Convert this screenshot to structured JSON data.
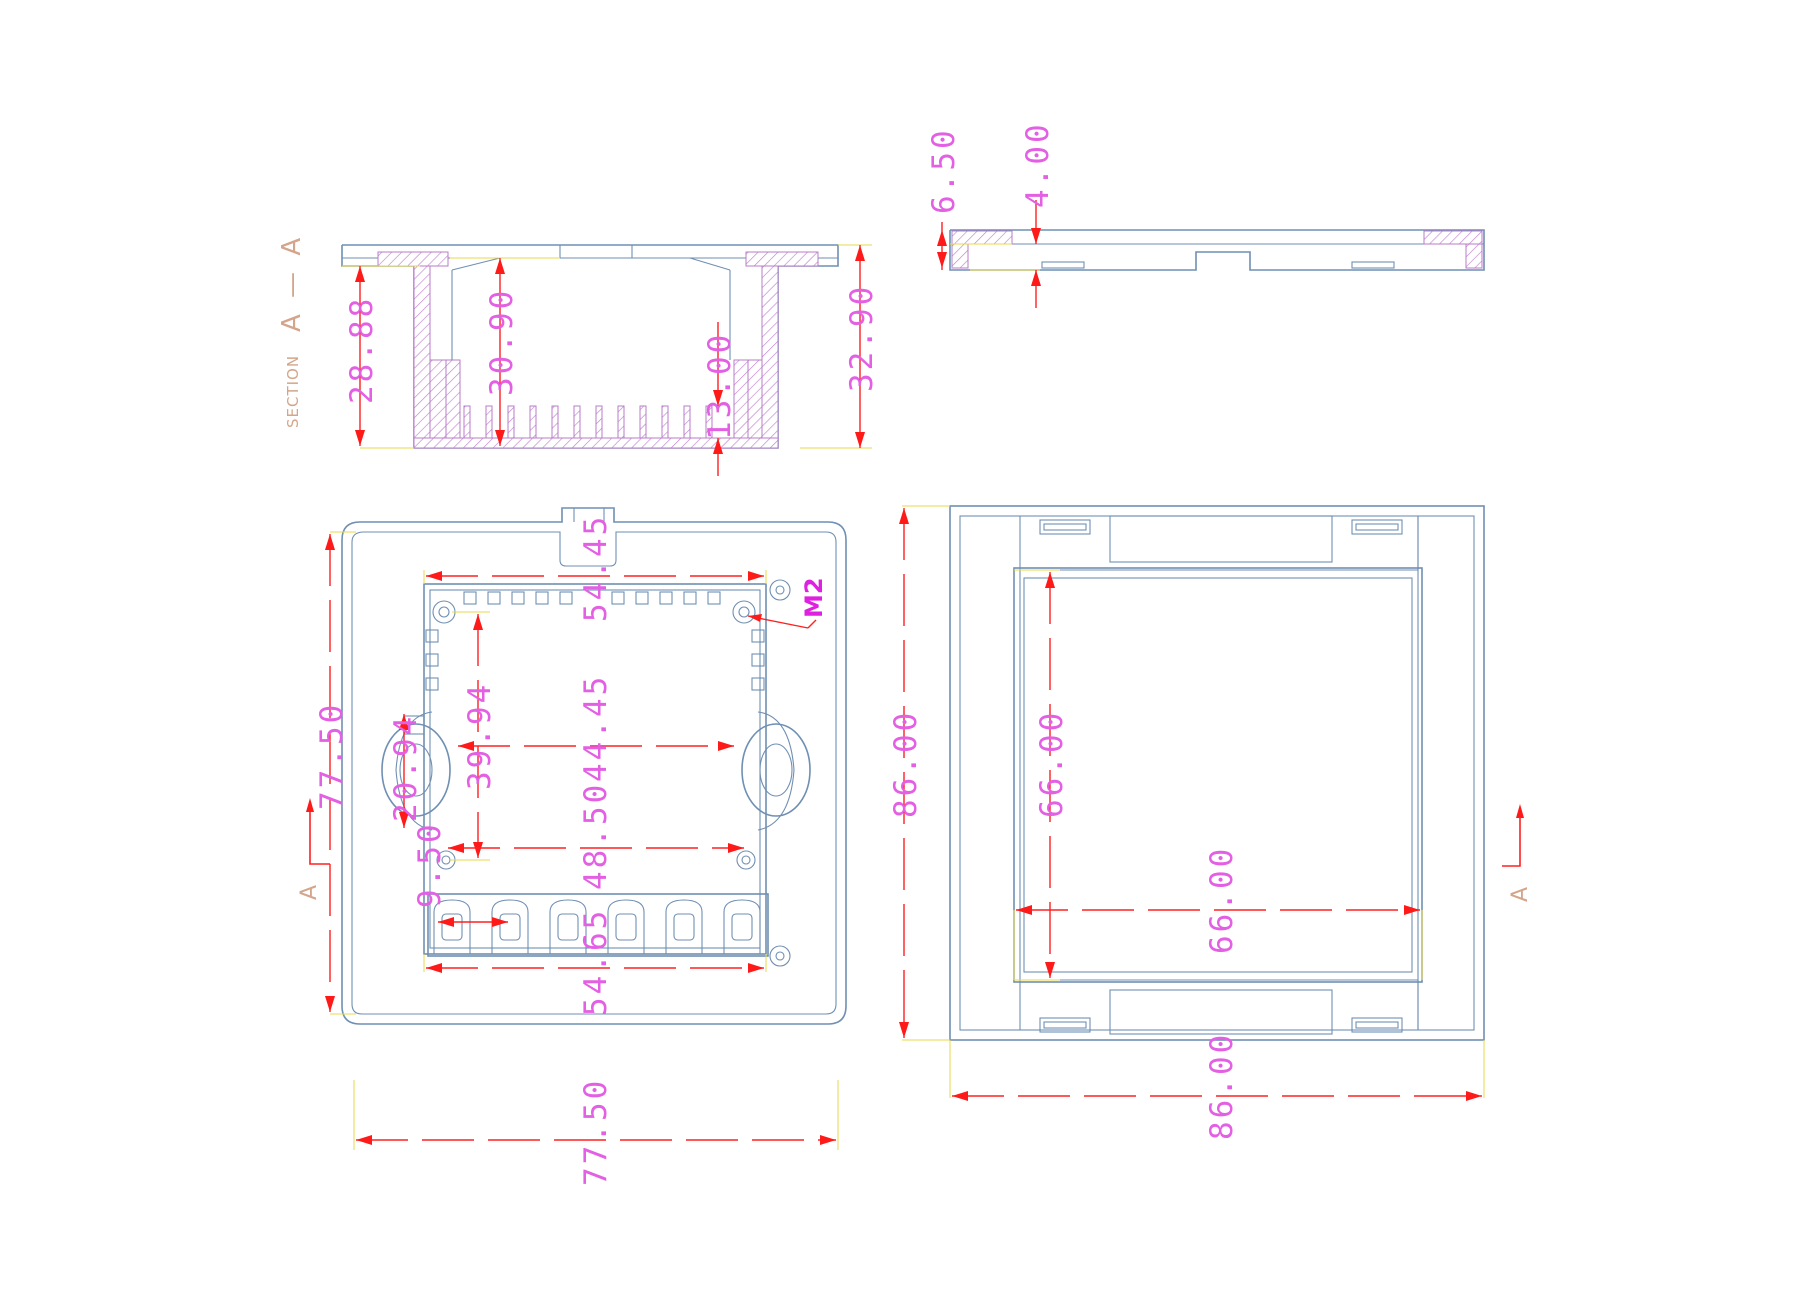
{
  "section_title": {
    "word": "SECTION",
    "letters": "A — A"
  },
  "section_markers": {
    "left": "A",
    "right": "A"
  },
  "callout": {
    "thread": "M2"
  },
  "dimensions": {
    "section_view": {
      "left_height": "28.88",
      "inner_depth": "30.90",
      "rib_height": "13.00",
      "total_height": "32.90"
    },
    "side_view": {
      "frame_thickness": "6.50",
      "plate_thickness": "4.00"
    },
    "base_plan": {
      "outer_height": "77.50",
      "outer_width": "77.50",
      "top_span": "54.45",
      "hole_pitch_v": "39.94",
      "mid_span": "44.45",
      "slot_height": "20.94",
      "hole_pitch_h": "48.50",
      "bottom_offset": "9.50",
      "bottom_span": "54.65"
    },
    "cover_plan": {
      "outer_height": "86.00",
      "outer_width": "86.00",
      "window_height": "66.00",
      "window_width": "66.00"
    }
  },
  "colors": {
    "outline": "#6f8fb3",
    "dimension_line": "#ff2020",
    "dimension_text": "#e35fe3",
    "extension_line": "#e8d84a",
    "hatch": "#b87cc8",
    "label": "#d4a58a"
  }
}
